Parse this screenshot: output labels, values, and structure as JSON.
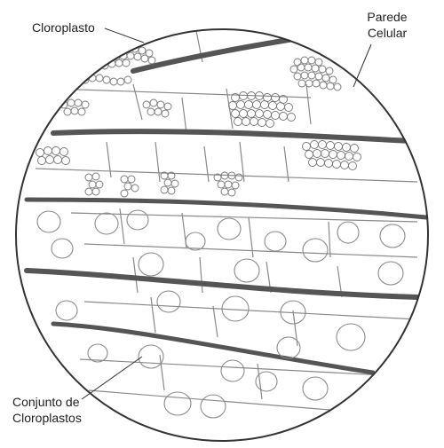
{
  "labels": {
    "chloroplast": "Cloroplasto",
    "cell_wall_line1": "Parede",
    "cell_wall_line2": "Celular",
    "chloroplast_cluster_line1": "Conjunto de",
    "chloroplast_cluster_line2": "Cloroplastos"
  },
  "colors": {
    "background": "#ffffff",
    "outline": "#333333",
    "thick_wall": "#555555",
    "sketch": "#8a8a8a",
    "label": "#222222"
  }
}
